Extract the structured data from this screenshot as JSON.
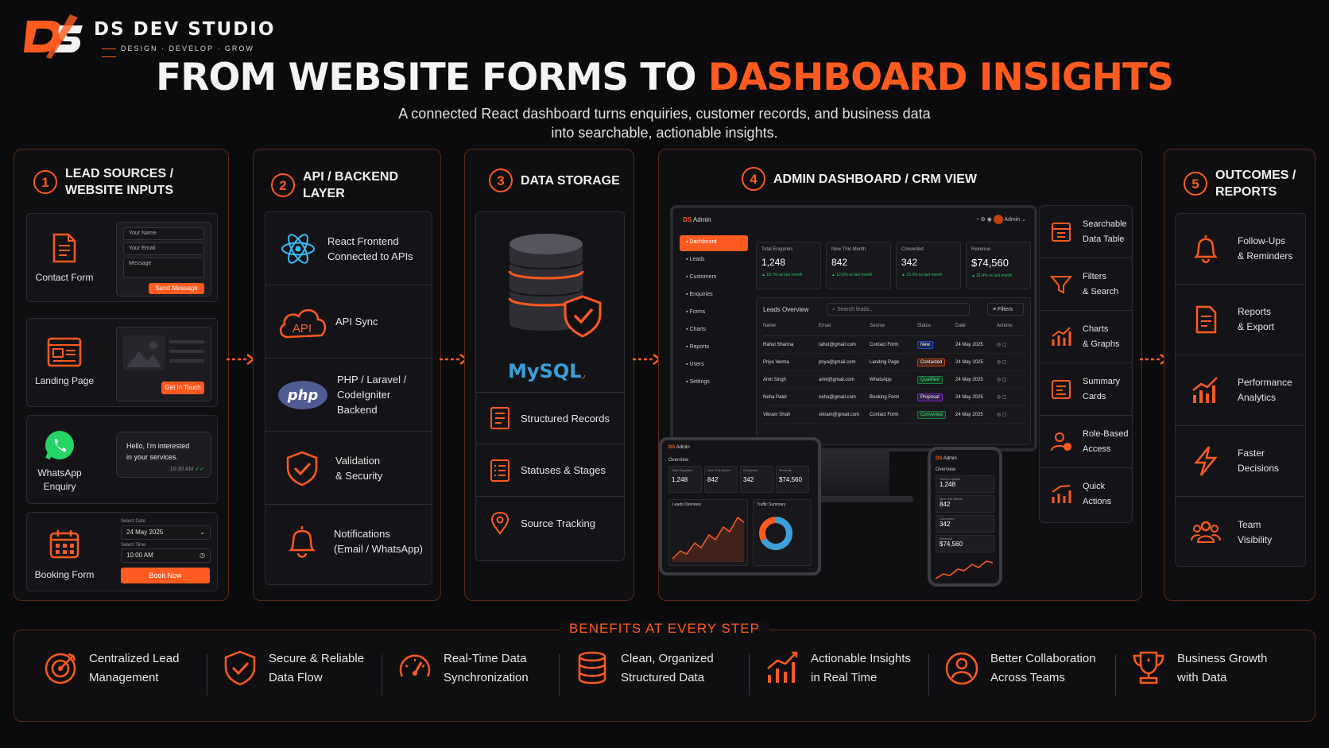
{
  "brand": {
    "name": "DS DEV STUDIO",
    "tagline": "DESIGN · DEVELOP · GROW",
    "mark": "DS"
  },
  "title": {
    "part1": "FROM WEBSITE FORMS TO",
    "part2": "DASHBOARD INSIGHTS"
  },
  "subtitle": {
    "line1": "A connected React dashboard turns enquiries, customer records, and business data",
    "line2": "into searchable, actionable insights."
  },
  "sources": {
    "num": "1",
    "title_l1": "LEAD SOURCES /",
    "title_l2": "WEBSITE INPUTS",
    "contact": {
      "label": "Contact Form",
      "f1": "Your Name",
      "f2": "Your Email",
      "f3": "Message",
      "btn": "Send Message"
    },
    "landing": {
      "label": "Landing Page",
      "btn": "Get In Touch"
    },
    "whatsapp": {
      "label_l1": "WhatsApp",
      "label_l2": "Enquiry",
      "msg_l1": "Hello, I'm interested",
      "msg_l2": "in your services.",
      "time": "10:30 AM"
    },
    "booking": {
      "label": "Booking Form",
      "date_label": "Select Date",
      "date": "24 May 2025",
      "time_label": "Select Time",
      "time": "10:00 AM",
      "btn": "Book Now"
    }
  },
  "api": {
    "num": "2",
    "title": "API / BACKEND LAYER",
    "items": [
      {
        "l1": "React Frontend",
        "l2": "Connected to APIs",
        "icon": "react-icon"
      },
      {
        "l1": "API Sync",
        "l2": "",
        "icon": "cloud-api-icon"
      },
      {
        "l1": "PHP / Laravel /",
        "l2": "CodeIgniter",
        "l3": "Backend",
        "icon": "php-icon"
      },
      {
        "l1": "Validation",
        "l2": "& Security",
        "icon": "shield-check-icon"
      },
      {
        "l1": "Notifications",
        "l2": "(Email / WhatsApp)",
        "icon": "bell-icon"
      }
    ],
    "cloud_text": "API",
    "php_text": "php"
  },
  "storage": {
    "num": "3",
    "title": "DATA STORAGE",
    "db_label": "MySQL",
    "items": [
      "Structured Records",
      "Statuses & Stages",
      "Source Tracking"
    ]
  },
  "dashboard": {
    "num": "4",
    "title": "ADMIN DASHBOARD / CRM VIEW",
    "admin": "Admin",
    "nav": [
      "Dashboard",
      "Leads",
      "Customers",
      "Enquiries",
      "Forms",
      "Charts",
      "Reports",
      "Users",
      "Settings"
    ],
    "stats": [
      {
        "label": "Total Enquiries",
        "value": "1,248",
        "delta": "▲ 18.7% vs last month"
      },
      {
        "label": "New This Month",
        "value": "842",
        "delta": "▲ 12.6% vs last month"
      },
      {
        "label": "Converted",
        "value": "342",
        "delta": "▲ 15.3% vs last month"
      },
      {
        "label": "Revenue",
        "value": "$74,560",
        "delta": "▲ 21.4% vs last month"
      }
    ],
    "leads_title": "Leads Overview",
    "search": "Search leads...",
    "filters": "Filters",
    "cols": [
      "Name",
      "Email",
      "Source",
      "Status",
      "Date",
      "Actions"
    ],
    "rows": [
      [
        "Rahul Sharma",
        "rahul@gmail.com",
        "Contact Form",
        "New",
        "24 May 2025"
      ],
      [
        "Priya Verma",
        "priya@gmail.com",
        "Landing Page",
        "Contacted",
        "24 May 2025"
      ],
      [
        "Amit Singh",
        "amit@gmail.com",
        "WhatsApp",
        "Qualified",
        "24 May 2025"
      ],
      [
        "Neha Patel",
        "neha@gmail.com",
        "Booking Form",
        "Proposal",
        "24 May 2025"
      ],
      [
        "Vikram Shah",
        "vikram@gmail.com",
        "Contact Form",
        "Converted",
        "24 May 2025"
      ]
    ],
    "tablet": {
      "overview": "Overview",
      "stats": [
        {
          "label": "Total Enquiries",
          "value": "1,248"
        },
        {
          "label": "New This Month",
          "value": "842"
        },
        {
          "label": "Converted",
          "value": "342"
        },
        {
          "label": "Revenue",
          "value": "$74,560"
        }
      ],
      "chart1": "Leads Overview",
      "chart2": "Traffic Summary"
    },
    "phone": {
      "overview": "Overview",
      "stats": [
        {
          "label": "Total Enquiries",
          "value": "1,248"
        },
        {
          "label": "New This Month",
          "value": "842"
        },
        {
          "label": "Converted",
          "value": "342"
        },
        {
          "label": "Revenue",
          "value": "$74,560"
        }
      ]
    },
    "features": [
      {
        "l1": "Searchable",
        "l2": "Data Table"
      },
      {
        "l1": "Filters",
        "l2": "& Search"
      },
      {
        "l1": "Charts",
        "l2": "& Graphs"
      },
      {
        "l1": "Summary",
        "l2": "Cards"
      },
      {
        "l1": "Role-Based",
        "l2": "Access"
      },
      {
        "l1": "Quick",
        "l2": "Actions"
      }
    ]
  },
  "outcomes": {
    "num": "5",
    "title_l1": "OUTCOMES /",
    "title_l2": "REPORTS",
    "items": [
      {
        "l1": "Follow-Ups",
        "l2": "& Reminders"
      },
      {
        "l1": "Reports",
        "l2": "& Export"
      },
      {
        "l1": "Performance",
        "l2": "Analytics"
      },
      {
        "l1": "Faster",
        "l2": "Decisions"
      },
      {
        "l1": "Team",
        "l2": "Visibility"
      }
    ]
  },
  "benefits": {
    "title": "BENEFITS AT EVERY STEP",
    "items": [
      {
        "l1": "Centralized Lead",
        "l2": "Management"
      },
      {
        "l1": "Secure & Reliable",
        "l2": "Data Flow"
      },
      {
        "l1": "Real-Time Data",
        "l2": "Synchronization"
      },
      {
        "l1": "Clean, Organized",
        "l2": "Structured Data"
      },
      {
        "l1": "Actionable Insights",
        "l2": "in Real Time"
      },
      {
        "l1": "Better Collaboration",
        "l2": "Across Teams"
      },
      {
        "l1": "Business Growth",
        "l2": "with Data"
      }
    ]
  },
  "colors": {
    "accent": "#ff5a1f",
    "bg": "#0b0b0d",
    "panel_border": "#5a2a14",
    "green": "#22c55e"
  }
}
